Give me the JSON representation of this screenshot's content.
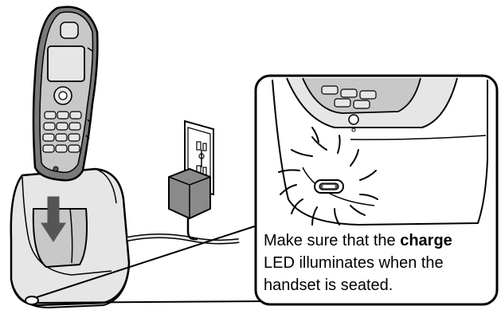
{
  "caption": {
    "line1_prefix": "Make sure that the ",
    "line1_bold": "charge",
    "line2": "LED illuminates when the",
    "line3": "handset is seated."
  },
  "colors": {
    "line": "#000000",
    "fill_light": "#e6e6e6",
    "fill_mid": "#c8c8c8",
    "fill_dark": "#7a7a7a",
    "fill_darker": "#555555",
    "adapter": "#8a8a8a",
    "arrow": "#555555"
  },
  "icons": {
    "arrow": "down-arrow-icon",
    "led": "charge-led-icon",
    "burst": "illumination-burst-icon"
  }
}
